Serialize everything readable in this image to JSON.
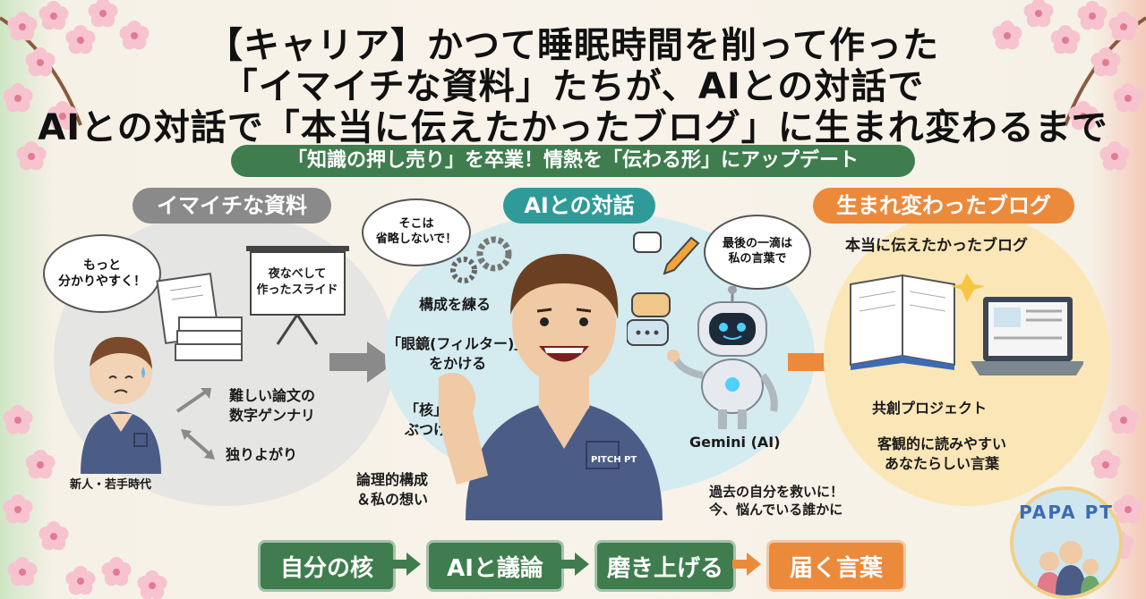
{
  "title": {
    "line1": "【キャリア】かつて睡眠時間を削って作った",
    "line2": "「イマイチな資料」たちが、AIとの対話で",
    "line3": "AIとの対話で「本当に伝えたかったブログ」に生まれ変わるまで"
  },
  "subtitle": "「知識の押し売り」を卒業！情熱を「伝わる形」にアップデート",
  "left": {
    "header": "イマイチな資料",
    "bubble": "もっと\n分かりやすく！",
    "slide_caption": "夜なべして\n作ったスライド",
    "difficult": "難しい論文の\n数字ゲンナリ",
    "selfish": "独りよがり",
    "person_label": "新人・若手時代"
  },
  "center": {
    "header": "AIとの対話",
    "bubble": "そこは\n省略しないで！",
    "compose": "構成を練る",
    "filter": "「眼鏡(フィルター)」\nをかける",
    "core": "「核」\nぶつけ",
    "logic": "論理的構成\n＆私の想い",
    "shirt_text": "PITCH PT",
    "robot_bubble": "最後の一滴は\n私の言葉で",
    "robot_label": "Gemini (AI)",
    "save": "過去の自分を救いに！\n今、悩んでいる誰かに"
  },
  "right": {
    "header": "生まれ変わったブログ",
    "blog_title": "本当に伝えたかったブログ",
    "project": "共創プロジェクト",
    "readable": "客観的に読みやすい\nあなたらしい言葉"
  },
  "flow": [
    "自分の核",
    "AIと議論",
    "磨き上げる",
    "届く言葉"
  ],
  "badge": "PAPA PT",
  "colors": {
    "green": "#3f7d4e",
    "gray": "#8a8a8a",
    "teal": "#2f9b98",
    "orange": "#ec8a3c",
    "shirt": "#4b5d86"
  }
}
